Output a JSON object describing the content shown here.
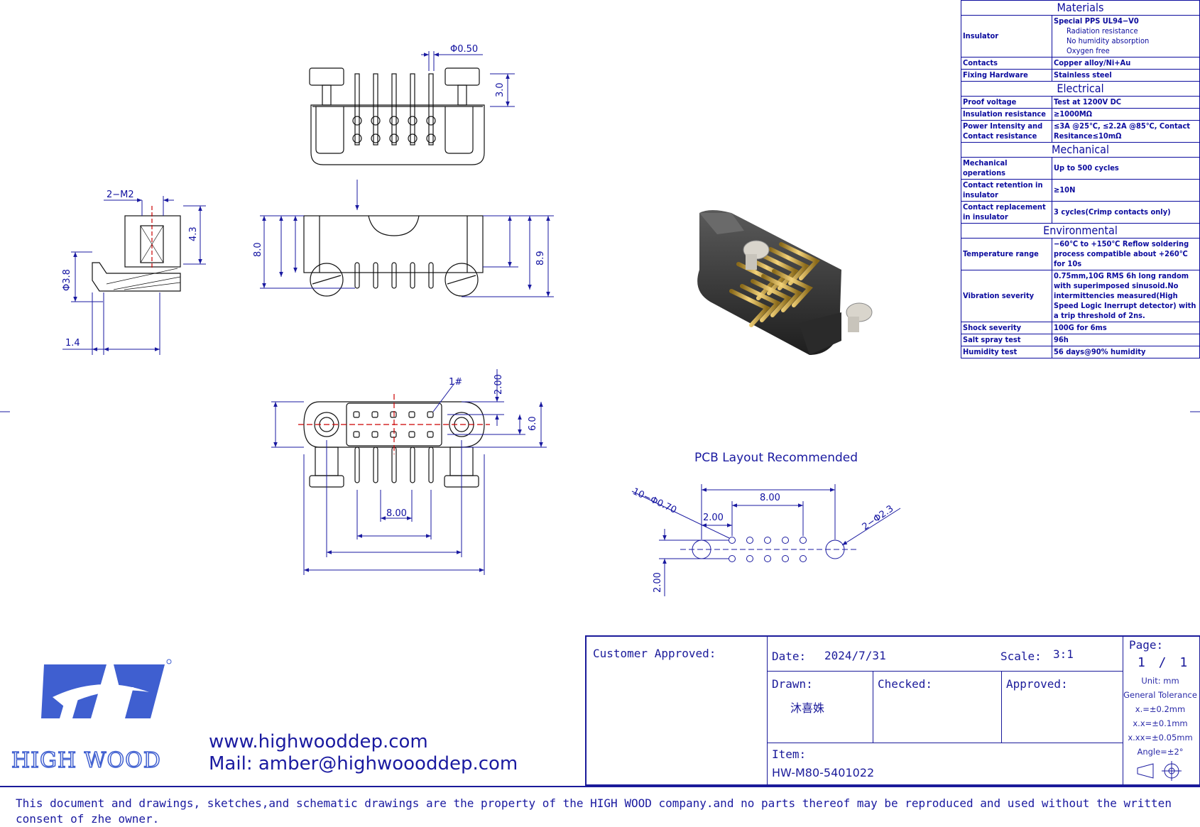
{
  "dimensions": {
    "top_view": {
      "pin_dia": "Φ0.50",
      "pin_height": "3.0"
    },
    "side_view": {
      "thread": "2−M2",
      "height": "4.3",
      "hole_dia": "Φ3.8",
      "offset": "1.4"
    },
    "front_view": {
      "height_total": "8.0",
      "height_right": "8.9"
    },
    "bottom_view": {
      "pin1": "1#",
      "pitch_vertical": "2.00",
      "width": "6.0",
      "pin_span": "8.00"
    },
    "pcb": {
      "title": "PCB Layout Recommended",
      "holes_small": "10−Φ0.70",
      "holes_large": "2−Φ2.3",
      "span": "8.00",
      "pitch_x": "2.00",
      "pitch_y": "2.00"
    }
  },
  "spec_table": {
    "materials": {
      "heading": "Materials",
      "insulator_label": "Insulator",
      "insulator_value": "Special PPS UL94−V0",
      "insulator_sub": [
        "Radiation resistance",
        "No humidity absorption",
        "Oxygen free"
      ],
      "contacts_label": "Contacts",
      "contacts_value": "Copper alloy/Ni+Au",
      "fixing_label": "Fixing Hardware",
      "fixing_value": "Stainless steel"
    },
    "electrical": {
      "heading": "Electrical",
      "proof_label": "Proof voltage",
      "proof_value": "Test at 1200V DC",
      "insres_label": "Insulation resistance",
      "insres_value": "≥1000MΩ",
      "power_label": "Power Intensity and Contact resistance",
      "power_value": "≤3A @25℃, ≤2.2A @85℃, Contact Resitance≤10mΩ"
    },
    "mechanical": {
      "heading": "Mechanical",
      "ops_label": "Mechanical operations",
      "ops_value": "Up to 500 cycles",
      "retention_label": "Contact retention in insulator",
      "retention_value": "≥10N",
      "replacement_label": "Contact replacement in insulator",
      "replacement_value": "3 cycles(Crimp contacts only)"
    },
    "environmental": {
      "heading": "Environmental",
      "temp_label": "Temperature range",
      "temp_value": "−60℃ to +150℃ Reflow soldering process compatible about +260℃ for 10s",
      "vib_label": "Vibration severity",
      "vib_value": "0.75mm,10G RMS 6h long random with superimposed sinusoid.No intermittencies measured(High Speed Logic Inerrupt detector) with a trip threshold of 2ns.",
      "shock_label": "Shock severity",
      "shock_value": "100G for 6ms",
      "salt_label": "Salt spray test",
      "salt_value": "96h",
      "humid_label": "Humidity test",
      "humid_value": "56 days@90% humidity"
    }
  },
  "title_block": {
    "customer_approved": "Customer Approved:",
    "date_label": "Date:",
    "date_value": "2024/7/31",
    "scale_label": "Scale:",
    "scale_value": "3:1",
    "page_label": "Page:",
    "page_value": "1 / 1",
    "drawn_label": "Drawn:",
    "drawn_value": "沐喜姝",
    "checked_label": "Checked:",
    "approved_label": "Approved:",
    "item_label": "Item:",
    "item_value": "HW-M80-5401022",
    "unit": "Unit: mm",
    "general_tol": "General Tolerance",
    "tol1": "x.=±0.2mm",
    "tol2": "x.x=±0.1mm",
    "tol3": "x.xx=±0.05mm",
    "angle": "Angle=±2°"
  },
  "company": {
    "website": "www.highwooddep.com",
    "mail": "Mail: amber@highwoooddep.com",
    "brand": "HIGH WOOD"
  },
  "disclaimer": "This document and drawings, sketches,and schematic drawings are the property of the HIGH WOOD company.and no parts thereof may be reproduced and used without the written consent of zhe owner.",
  "colors": {
    "line": "#1a1aa0",
    "brand_blue": "#3f5fd0",
    "pin_gold": "#c9a23a"
  }
}
